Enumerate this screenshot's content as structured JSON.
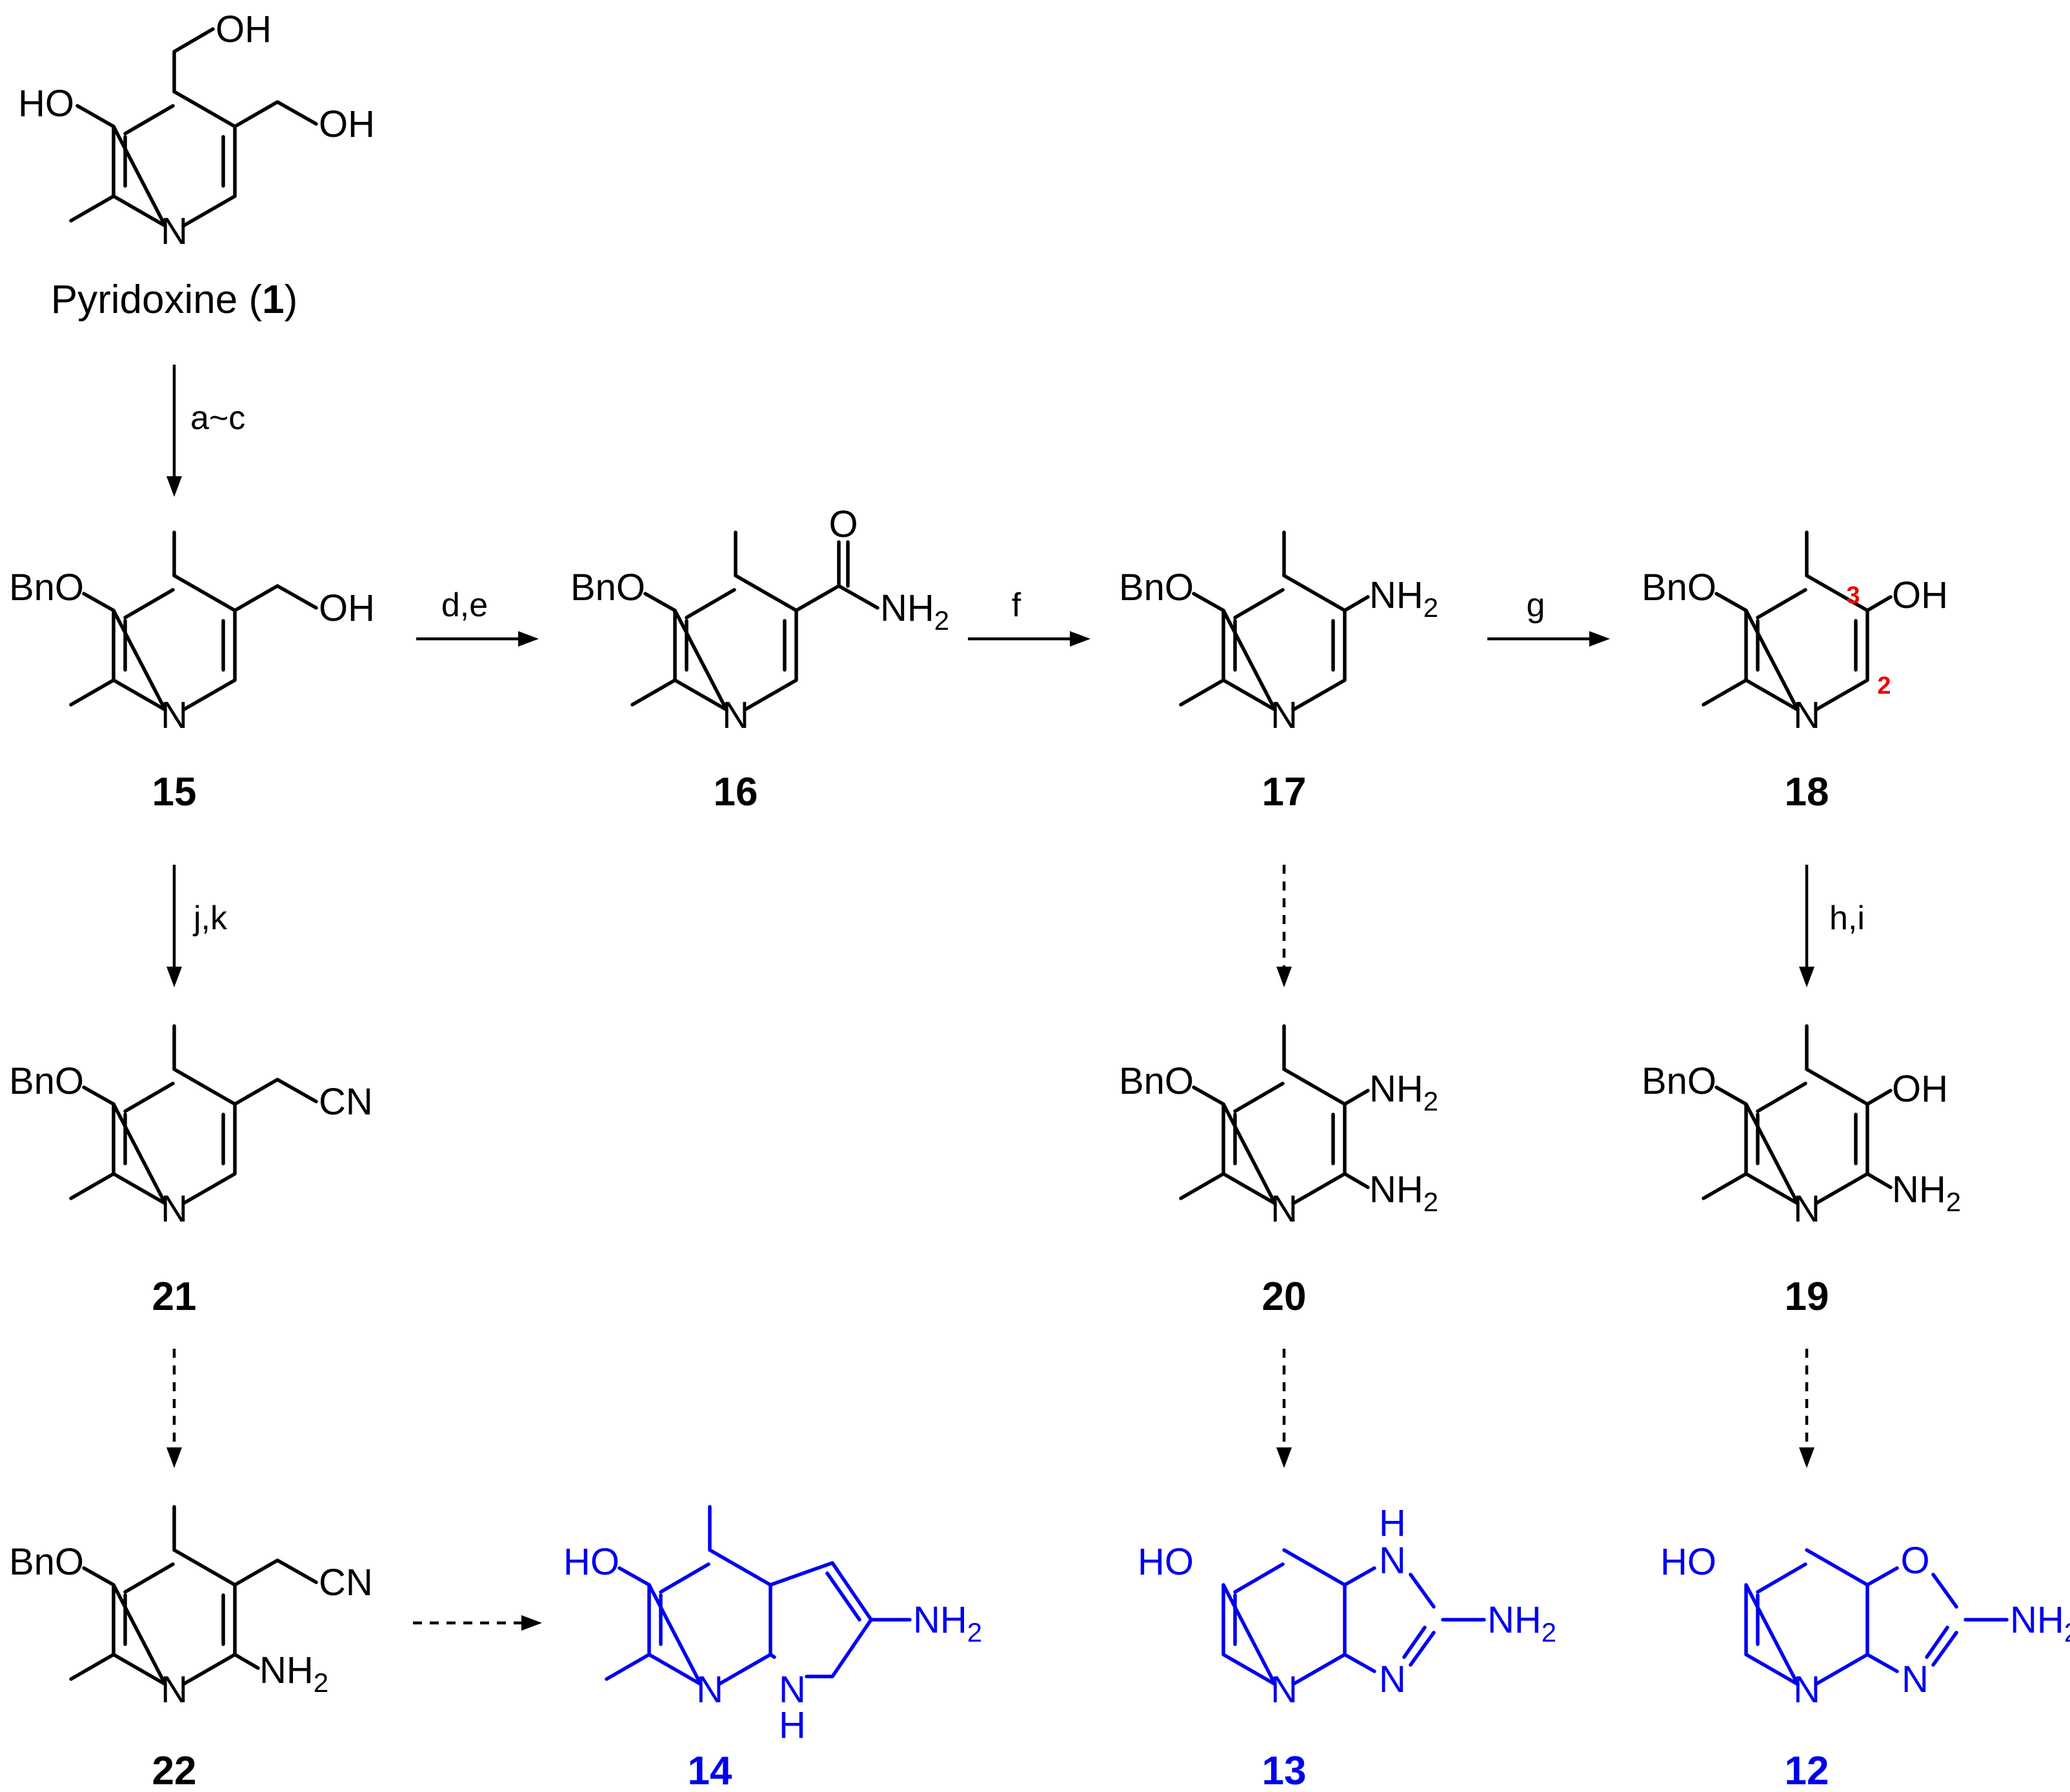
{
  "compounds": {
    "c1": {
      "name": "Pyridoxine (",
      "num": "1",
      "close": ")"
    },
    "c15": {
      "num": "15"
    },
    "c16": {
      "num": "16"
    },
    "c17": {
      "num": "17"
    },
    "c18": {
      "num": "18"
    },
    "c19": {
      "num": "19"
    },
    "c20": {
      "num": "20"
    },
    "c21": {
      "num": "21"
    },
    "c22": {
      "num": "22"
    },
    "c14": {
      "num": "14"
    },
    "c13": {
      "num": "13"
    },
    "c12": {
      "num": "12"
    }
  },
  "conditions": {
    "a_c": "a~c",
    "d_e": "d,e",
    "f": "f",
    "g": "g",
    "h_i": "h,i",
    "j_k": "j,k"
  },
  "atoms": {
    "OH": "OH",
    "HO": "HO",
    "BnO": "BnO",
    "N": "N",
    "O": "O",
    "H": "H",
    "NH": "NH",
    "sub2": "2",
    "CN": "CN"
  },
  "position_labels": {
    "p3": "3",
    "p2": "2"
  },
  "colors": {
    "target": "#0000ee",
    "position_label": "#ee0000",
    "ink": "#000000"
  }
}
